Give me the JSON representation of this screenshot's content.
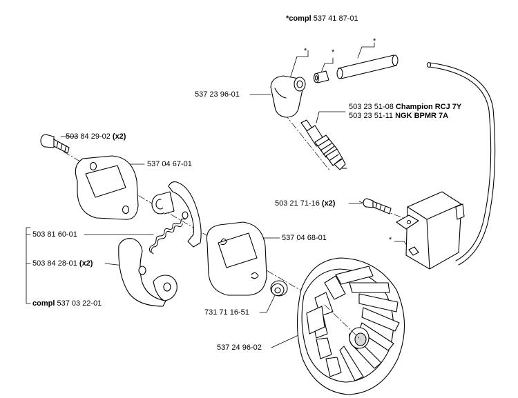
{
  "kit_label": {
    "prefix": "*compl",
    "part": "537 41 87-01"
  },
  "star_marker": "*",
  "parts": {
    "cap": "537 23 96-01",
    "plug_a": {
      "part": "503 23 51-08",
      "name": "Champion RCJ 7Y"
    },
    "plug_b": {
      "part": "503 23 51-11",
      "name": "NGK BPMR 7A"
    },
    "screw_top": {
      "part": "503 84 29-02",
      "qty": "(x2)"
    },
    "plate_top": "537 04 67-01",
    "coil_screw": {
      "part": "503 21 71-16",
      "qty": "(x2)"
    },
    "spring": "503 81 60-01",
    "plate_bottom": "537 04 68-01",
    "clutch_screw": {
      "part": "503 84 28-01",
      "qty": "(x2)"
    },
    "clutch_compl": {
      "prefix": "compl",
      "part": "537 03 22-01"
    },
    "nut": "731 71 16-51",
    "flywheel": "537 24 96-02"
  },
  "colors": {
    "line": "#000000",
    "fill": "#ffffff",
    "shade": "#d8d8d8"
  }
}
